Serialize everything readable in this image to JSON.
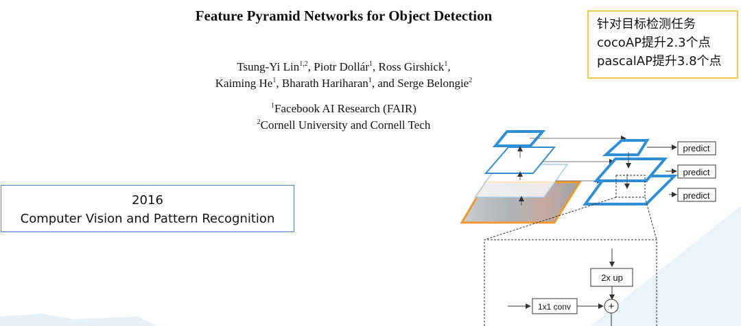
{
  "paper": {
    "title": "Feature Pyramid Networks for Object Detection",
    "authors": [
      {
        "name": "Tsung-Yi Lin",
        "sup": "1,2",
        "sep": ", "
      },
      {
        "name": "Piotr Dollár",
        "sup": "1",
        "sep": ", "
      },
      {
        "name": "Ross Girshick",
        "sup": "1",
        "sep": ","
      },
      {
        "name": "Kaiming He",
        "sup": "1",
        "sep": ", "
      },
      {
        "name": "Bharath Hariharan",
        "sup": "1",
        "sep": ", and "
      },
      {
        "name": "Serge Belongie",
        "sup": "2",
        "sep": ""
      }
    ],
    "affiliations": [
      {
        "sup": "1",
        "name": "Facebook AI Research (FAIR)"
      },
      {
        "sup": "2",
        "name": "Cornell University and Cornell Tech"
      }
    ]
  },
  "note": {
    "lines": [
      "针对目标检测任务",
      "cocoAP提升2.3个点",
      "pascalAP提升3.8个点"
    ],
    "border_color": "#f2c84b"
  },
  "info": {
    "year": "2016",
    "venue": "Computer Vision and Pattern Recognition",
    "border_color": "#4a84c4"
  },
  "diagram": {
    "predict_labels": [
      "predict",
      "predict",
      "predict"
    ],
    "upsample_label": "2x up",
    "conv_label": "1x1 conv",
    "plus_symbol": "+",
    "colors": {
      "pyramid": "#2e8fd6",
      "input": "#ef9a2e",
      "arrow": "#555555"
    }
  }
}
